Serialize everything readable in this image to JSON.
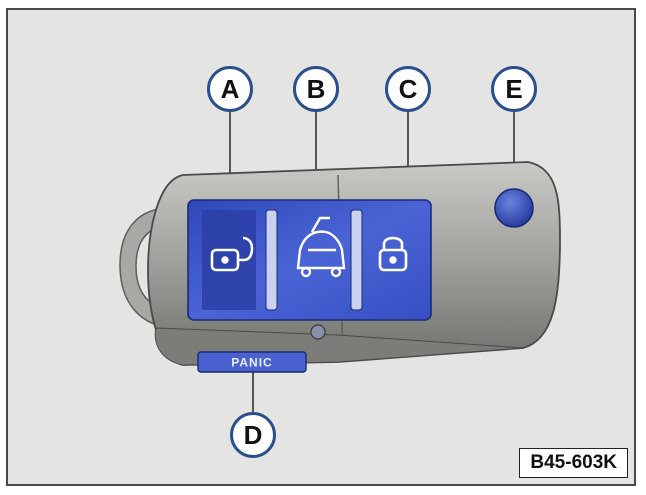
{
  "figure": {
    "code": "B45-603K",
    "panic_label": "PANIC",
    "callouts": {
      "a": "A",
      "b": "B",
      "c": "C",
      "d": "D",
      "e": "E"
    }
  },
  "colors": {
    "callout_ring": "#2b4f8c",
    "button_panel": "#3a56c8",
    "key_body": "#9a9a96",
    "background": "#e4e4e2"
  },
  "icons": [
    "unlock-icon",
    "trunk-icon",
    "lock-icon",
    "red-led-dot"
  ]
}
